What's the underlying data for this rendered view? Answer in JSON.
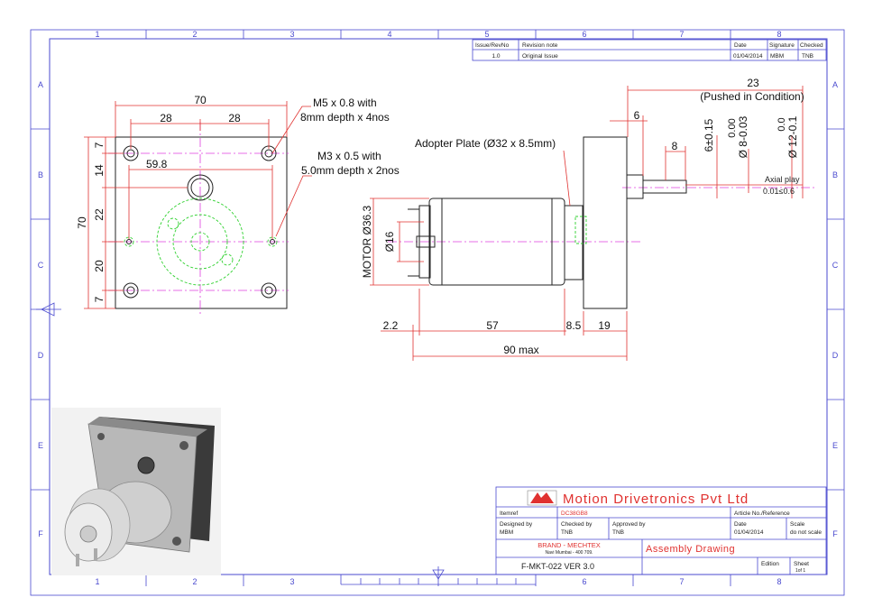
{
  "border": {
    "columns": [
      "1",
      "2",
      "3",
      "4",
      "5",
      "6",
      "7",
      "8"
    ],
    "rows": [
      "A",
      "B",
      "C",
      "D",
      "E",
      "F"
    ]
  },
  "revision_table": {
    "headers": [
      "Issue/RevNo",
      "Revision note",
      "Date",
      "Signature",
      "Checked"
    ],
    "row": [
      "1.0",
      "Original Issue",
      "01/04/2014",
      "MBM",
      "TNB"
    ]
  },
  "front_view": {
    "dim_70_top": "70",
    "dim_28_left": "28",
    "dim_28_right": "28",
    "dim_59_8": "59.8",
    "dim_70_side": "70",
    "dim_7_top": "7",
    "dim_14": "14",
    "dim_22": "22",
    "dim_20": "20",
    "dim_7_bottom": "7",
    "note_m5_line1": "M5 x 0.8 with",
    "note_m5_line2": "8mm depth x 4nos",
    "note_m3_line1": "M3 x 0.5 with",
    "note_m3_line2": "5.0mm depth x 2nos"
  },
  "side_view": {
    "adapter_plate": "Adopter Plate (Ø32  x 8.5mm)",
    "motor_dia": "MOTOR Ø36.3",
    "dia_16": "Ø16",
    "dim_23": "23",
    "pushed": "(Pushed in Condition)",
    "dim_6": "6",
    "dim_8": "8",
    "dim_6_tol": "6±0.15",
    "dim_8_shaft_a": "0.00",
    "dim_8_shaft_b": "Ø 8-0.03",
    "dim_12_a": "0.0",
    "dim_12_b": "Ø 12-0.1",
    "axial_play_1": "Axial play",
    "axial_play_2": "0.01≤0.6",
    "dim_2_2": "2.2",
    "dim_57": "57",
    "dim_8_5": "8.5",
    "dim_19": "19",
    "dim_90": "90 max"
  },
  "title_block": {
    "company": "Motion Drivetronics Pvt Ltd",
    "itemref_label": "Itemref",
    "itemref_value": "DC38GB8",
    "article_label": "Article No./Reference",
    "designed_label": "Designed by",
    "designed_value": "MBM",
    "checked_label": "Checked by",
    "checked_value": "TNB",
    "approved_label": "Approved by",
    "approved_value": "TNB",
    "date_label": "Date",
    "date_value": "01/04/2014",
    "scale_label": "Scale",
    "scale_value": "do not scale",
    "brand": "BRAND - MECHTEX",
    "brand_sub": "Navi Mumbai - 400 709.",
    "drawing_type": "Assembly Drawing",
    "doc_no": "F-MKT-022 VER 3.0",
    "edition_label": "Edition",
    "sheet_label": "Sheet",
    "sheet_value": "1of 1"
  },
  "colors": {
    "border": "#4a4acf",
    "dimension": "#e0312f",
    "hidden": "#2fd12f",
    "center": "#e040e0"
  }
}
